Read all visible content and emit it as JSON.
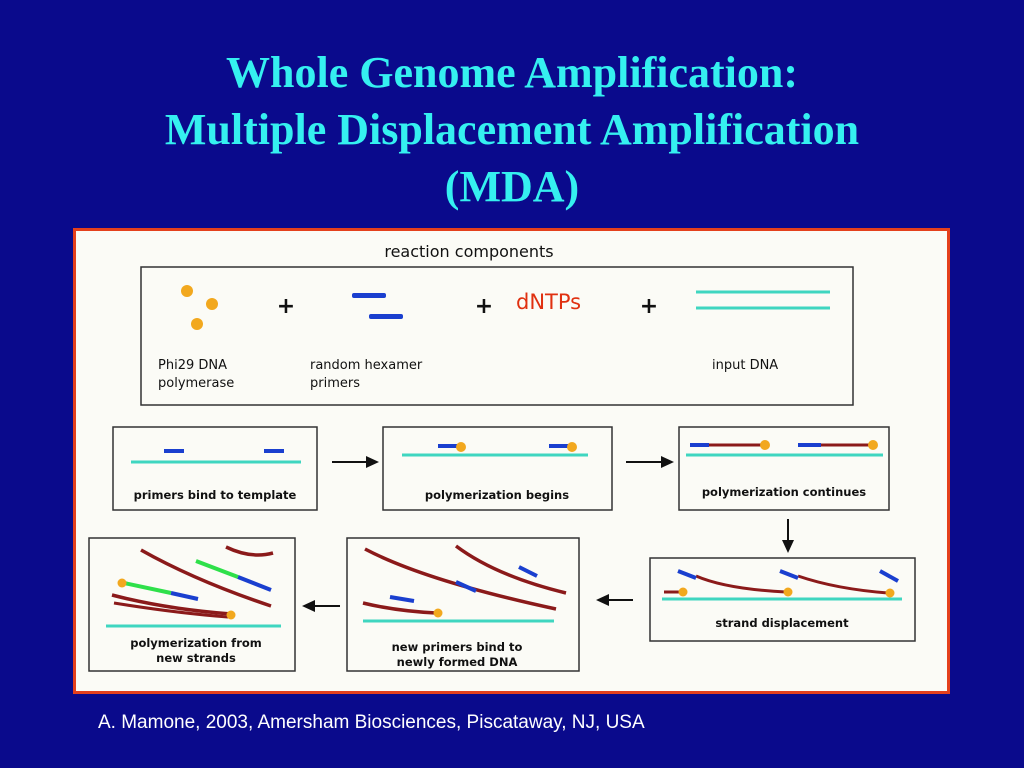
{
  "slide": {
    "title_lines": [
      "Whole Genome Amplification:",
      "Multiple Displacement Amplification",
      "(MDA)"
    ],
    "credit": "A. Mamone, 2003, Amersham Biosciences, Piscataway, NJ, USA"
  },
  "figure": {
    "heading": "reaction components",
    "components": {
      "polymerase_line1": "Phi29 DNA",
      "polymerase_line2": "polymerase",
      "primers_line1": "random  hexamer",
      "primers_line2": "primers",
      "dntps": "dNTPs",
      "input_dna": "input DNA",
      "plus": "+"
    },
    "steps": {
      "step1": "primers bind to template",
      "step2": "polymerization  begins",
      "step3": "polymerization continues",
      "step4": "strand displacement",
      "step5_line1": "new primers bind to",
      "step5_line2": "newly formed DNA",
      "step6_line1": "polymerization from",
      "step6_line2": "new strands"
    },
    "colors": {
      "template": "#3fd6c0",
      "primer": "#1a3fcf",
      "new_strand": "#8b1a1a",
      "polymerase": "#f2a81e",
      "second_gen": "#2ee04a",
      "dntps": "#e03010",
      "frame": "#e4401c"
    }
  }
}
